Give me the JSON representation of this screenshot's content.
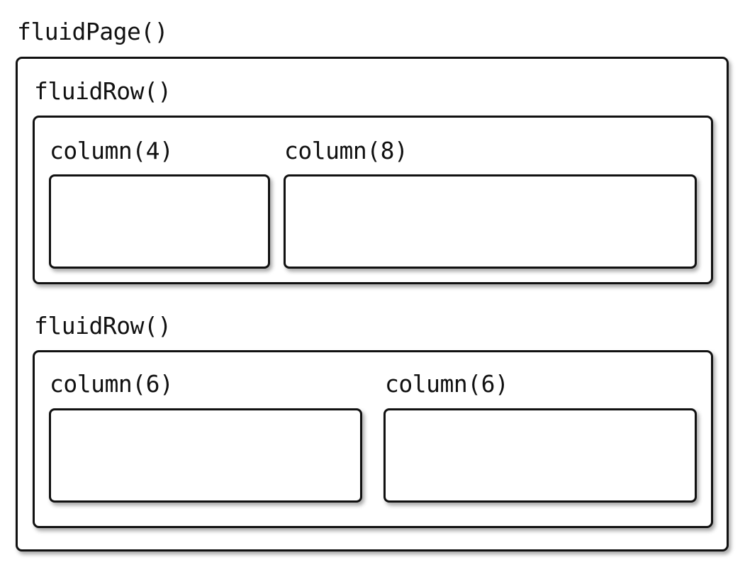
{
  "page": {
    "label": "fluidPage()"
  },
  "rows": [
    {
      "label": "fluidRow()",
      "columns": [
        {
          "label": "column(4)"
        },
        {
          "label": "column(8)"
        }
      ]
    },
    {
      "label": "fluidRow()",
      "columns": [
        {
          "label": "column(6)"
        },
        {
          "label": "column(6)"
        }
      ]
    }
  ]
}
